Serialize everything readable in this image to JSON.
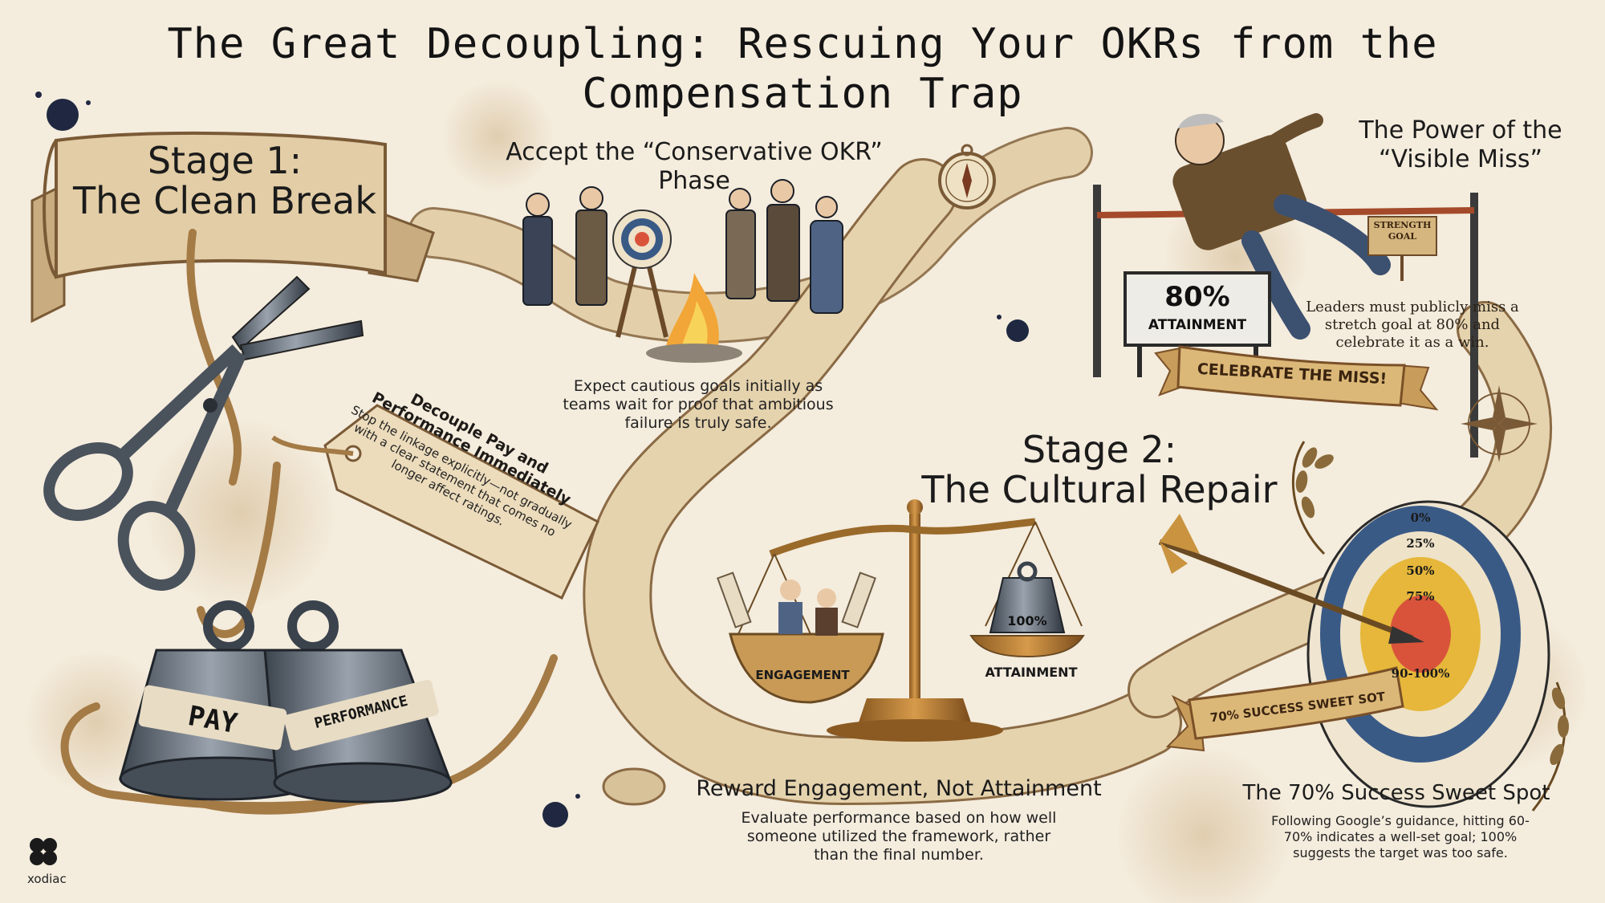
{
  "title": {
    "line1": "The Great Decoupling: Rescuing Your OKRs from the",
    "line2": "Compensation Trap"
  },
  "stage1": {
    "label": "Stage 1:",
    "title": "The Clean Break"
  },
  "tag": {
    "title": "Decouple Pay and Performance Immediately",
    "desc": "Stop the linkage explicitly—not gradually with a clear statement that comes no longer affect ratings."
  },
  "weights": {
    "pay": "PAY",
    "performance": "PERFORMANCE"
  },
  "conservative": {
    "title_line1": "Accept the “Conservative OKR”",
    "title_line2": "Phase",
    "desc_line1": "Expect cautious goals initially as",
    "desc_line2": "teams wait for proof that ambitious",
    "desc_line3": "failure is truly safe."
  },
  "visible_miss": {
    "title_line1": "The Power of the",
    "title_line2": "“Visible Miss”",
    "sign_value": "80%",
    "sign_label": "ATTAINMENT",
    "goal_sign_line1": "STRENGTH",
    "goal_sign_line2": "GOAL",
    "desc_line1": "Leaders must publicly miss a",
    "desc_line2": "stretch goal at 80% and",
    "desc_line3": "celebrate it as a win.",
    "banner": "CELEBRATE THE MISS!"
  },
  "stage2": {
    "label": "Stage 2:",
    "title": "The Cultural Repair"
  },
  "scale": {
    "left_label": "ENGAGEMENT",
    "right_label": "ATTAINMENT",
    "weight_value": "100%"
  },
  "reward": {
    "title": "Reward Engagement, Not Attainment",
    "desc_line1": "Evaluate performance based on how well",
    "desc_line2": "someone utilized the framework, rather",
    "desc_line3": "than the final number."
  },
  "target": {
    "rings": [
      "0%",
      "25%",
      "50%",
      "75%",
      "90-100%"
    ],
    "banner": "70% SUCCESS SWEET SOT"
  },
  "sweet_spot": {
    "title": "The 70% Success Sweet Spot",
    "desc_line1": "Following Google’s guidance, hitting 60-",
    "desc_line2": "70% indicates a well-set goal; 100%",
    "desc_line3": "suggests the target was too safe."
  },
  "logo": {
    "text": "xodiac"
  },
  "colors": {
    "paper": "#f4ecdd",
    "ribbon": "#e3d0aa",
    "ribbon_edge": "#8a6a44",
    "banner": "#dcb878",
    "target_red": "#d9533b",
    "target_yellow": "#e6b73a",
    "target_blue": "#3a5a86",
    "weight_metal": "#5a6470",
    "ink": "#1d2330"
  },
  "icons": [
    "scissors-icon",
    "compass-icon",
    "compass-rose-icon",
    "laurel-icon",
    "arrow-icon",
    "logo-icon"
  ]
}
